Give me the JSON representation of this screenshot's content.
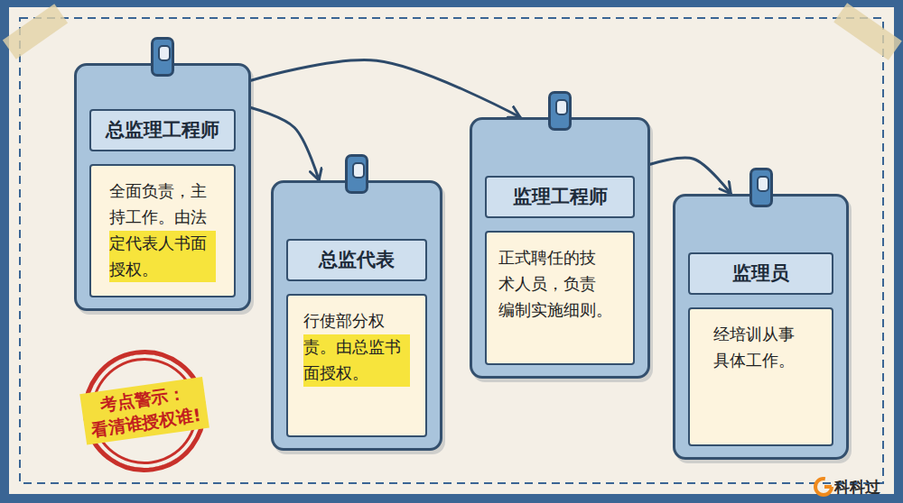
{
  "diagram": {
    "nodes": [
      {
        "text": [
          "总监理工程师",
          "全面负责，主 持工作。由法 定代表人书面 授权。"
        ]
      },
      {
        "text": [
          "总监代表",
          "行使部分权 责。由总监书 面授权。"
        ]
      },
      {
        "text": [
          "监理工程师",
          "正式聘任的技 术人员，负责 编制实施细则。"
        ]
      },
      {
        "text": [
          "监理员",
          "经培训从事 具体工作。"
        ]
      },
      {
        "text": [
          "考点警示： 看清谁授权谁!"
        ]
      }
    ],
    "edges": [
      {
        "from": 0,
        "to": 1,
        "arrow": "to"
      },
      {
        "from": 0,
        "to": 2,
        "arrow": "to"
      },
      {
        "from": 2,
        "to": 3,
        "arrow": "to"
      }
    ],
    "labels": [
      "科科过"
    ]
  }
}
